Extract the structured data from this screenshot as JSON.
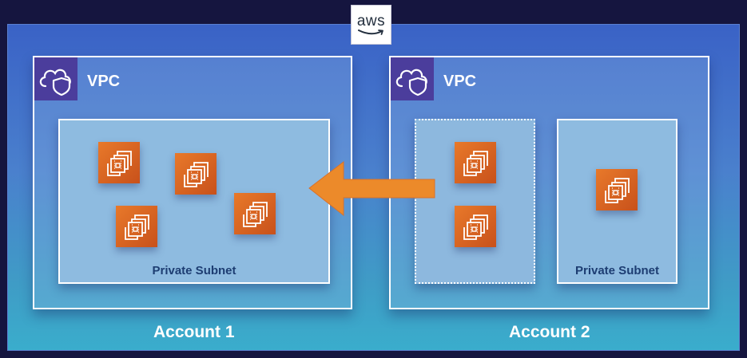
{
  "logo": {
    "text": "aws",
    "icon": "aws-smile-icon"
  },
  "accounts": [
    {
      "label": "Account 1",
      "vpc": {
        "label": "VPC",
        "icon": "vpc-cloud-shield-icon"
      },
      "subnets": [
        {
          "label": "Private Subnet",
          "style": "solid",
          "instances": 4
        }
      ]
    },
    {
      "label": "Account 2",
      "vpc": {
        "label": "VPC",
        "icon": "vpc-cloud-shield-icon"
      },
      "subnets": [
        {
          "label": "",
          "style": "dotted",
          "instances": 2
        },
        {
          "label": "Private Subnet",
          "style": "solid",
          "instances": 1
        }
      ]
    }
  ],
  "arrow": {
    "direction": "left",
    "color": "#ec8a2a",
    "icon": "arrow-left-icon"
  },
  "colors": {
    "background": "#15153f",
    "cloud_top": "#3a62c6",
    "cloud_bottom": "#3aadcc",
    "vpc_icon": "#4b3d9c",
    "ec2": "#d9651f",
    "subnet": "#8ebbe0",
    "subnet_text": "#1d3d72"
  }
}
